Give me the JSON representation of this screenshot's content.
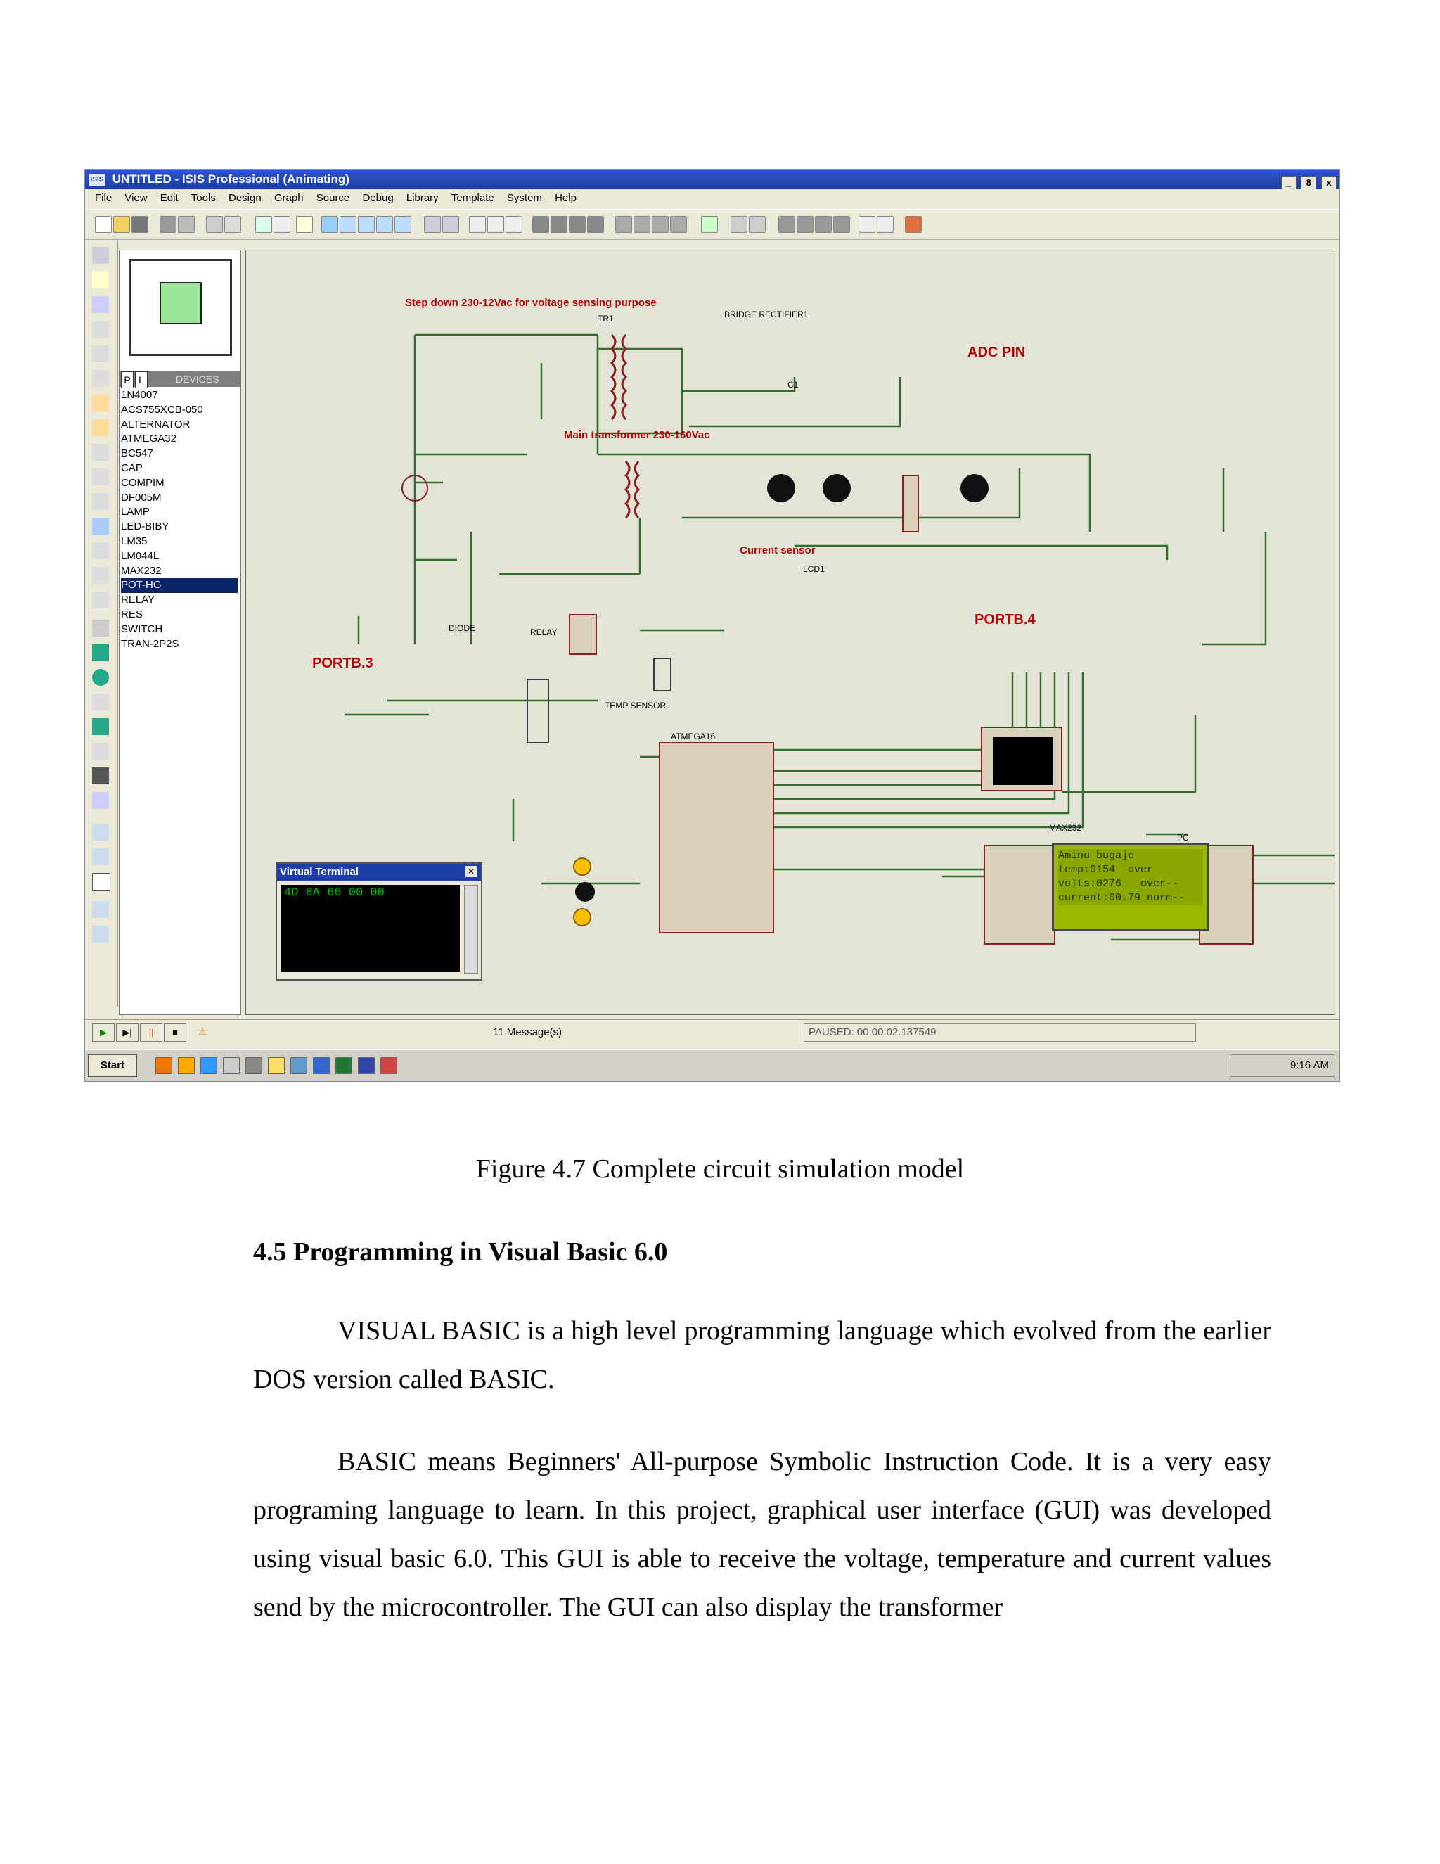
{
  "window": {
    "title": "UNTITLED - ISIS Professional (Animating)",
    "app_icon": "ISIS",
    "controls": [
      "_",
      "8",
      "x"
    ]
  },
  "menu": [
    "File",
    "View",
    "Edit",
    "Tools",
    "Design",
    "Graph",
    "Source",
    "Debug",
    "Library",
    "Template",
    "System",
    "Help"
  ],
  "devices": {
    "tabs": [
      "P",
      "L"
    ],
    "header": "DEVICES",
    "items": [
      "1N4007",
      "ACS755XCB-050",
      "ALTERNATOR",
      "ATMEGA32",
      "BC547",
      "CAP",
      "COMPIM",
      "DF005M",
      "LAMP",
      "LED-BIBY",
      "LM35",
      "LM044L",
      "MAX232",
      "POT-HG",
      "RELAY",
      "RES",
      "SWITCH",
      "TRAN-2P2S"
    ],
    "selected": "POT-HG"
  },
  "schematic": {
    "labels": {
      "step_down": "Step down 230-12Vac for voltage sensing purpose",
      "bridge": "BRIDGE RECTIFIER1",
      "adc": "ADC PIN",
      "main_tf": "Main transformer 230-160Vac",
      "current": "Current sensor",
      "portb4": "PORTB.4",
      "portb3": "PORTB.3",
      "temp": "TEMP SENSOR",
      "mcu": "ATMEGA16",
      "max": "MAX232",
      "pc": "PC",
      "tr1": "TR1",
      "c1": "C1",
      "lcd1": "LCD1",
      "relay": "RELAY",
      "diode": "DIODE"
    },
    "lcd_text": "Aminu bugaje\ntemp:0154  over\nvolts:0276   over--\ncurrent:00.79 norm--",
    "virtual_terminal": {
      "title": "Virtual Terminal",
      "content": "4D 8A 66 00 00"
    }
  },
  "status": {
    "messages": "11 Message(s)",
    "paused": "PAUSED: 00:00:02.137549"
  },
  "taskbar": {
    "start": "Start",
    "time": "9:16 AM"
  },
  "document": {
    "caption": "Figure 4.7 Complete circuit simulation model",
    "heading": "4.5 Programming in Visual Basic 6.0",
    "para1": "VISUAL BASIC is a high level programming language which evolved from the earlier DOS version called BASIC.",
    "para2": "BASIC means Beginners' All-purpose Symbolic Instruction Code. It is a very easy programing language to learn. In this project, graphical user interface (GUI) was developed using visual basic 6.0. This GUI is able to receive the voltage, temperature and current values send by the microcontroller. The GUI can also display the transformer"
  }
}
